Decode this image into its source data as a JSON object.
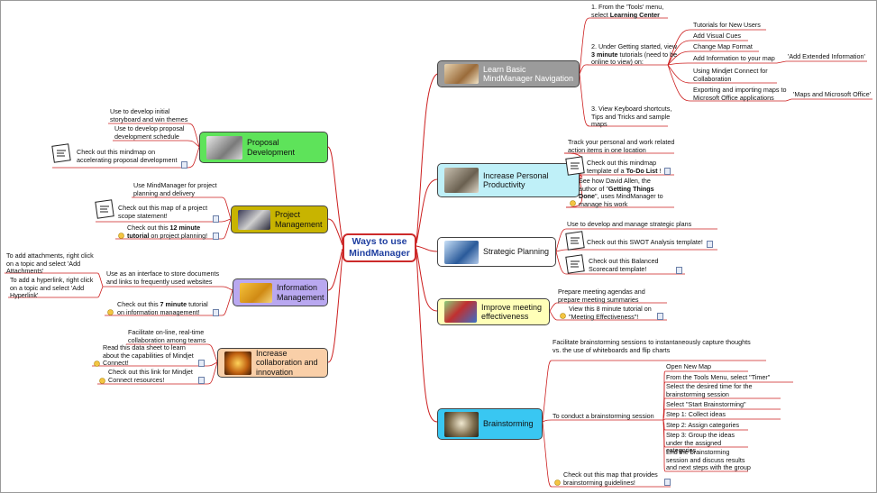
{
  "central": {
    "label": "Ways to use MindManager"
  },
  "colors": {
    "line": "#cc1f1f",
    "central_text": "#1f3fa0"
  },
  "topics": [
    {
      "id": "proposal",
      "label": "Proposal Development",
      "fill": "#5ee35a"
    },
    {
      "id": "project",
      "label": "Project Management",
      "fill": "#c8b400"
    },
    {
      "id": "information",
      "label": "Information Management",
      "fill": "#b9a8f0"
    },
    {
      "id": "collab",
      "label": "Increase collaboration and innovation",
      "fill": "#f9cfa8"
    },
    {
      "id": "learn",
      "label": "Learn Basic MindManager Navigation",
      "fill": "#9b9b9b"
    },
    {
      "id": "personal",
      "label": "Increase Personal Productivity",
      "fill": "#bff0f8"
    },
    {
      "id": "strategic",
      "label": "Strategic Planning",
      "fill": "#ffffff"
    },
    {
      "id": "meeting",
      "label": "Improve meeting effectiveness",
      "fill": "#ffffb8"
    },
    {
      "id": "brainstorm",
      "label": "Brainstorming",
      "fill": "#39c7f2"
    }
  ],
  "texts": {
    "proposal_1": "Use to develop initial storyboard and win themes",
    "proposal_2": "Use to develop proposal development schedule",
    "proposal_3": "Check out this mindmap on accelerating proposal development",
    "project_1": "Use MindManager for project planning and delivery",
    "project_2": "Check out this map of a project scope statement!",
    "project_3a": "Check out this ",
    "project_3b": "12 minute tutorial",
    "project_3c": " on project planning!",
    "info_1": "Use as an interface to store documents and links to frequently used websites",
    "info_2": "To add attachments, right click on a topic and select 'Add Attachments'",
    "info_3": "To add a hyperlink, right click on a topic and select 'Add Hyperlink'",
    "info_4a": "Check out this ",
    "info_4b": "7 minute",
    "info_4c": " tutorial on information management!",
    "collab_1": "Facilitate on-line, real-time collaboration among teams",
    "collab_2": "Read this data sheet to learn about the capabilities of Mindjet Connect!",
    "collab_3": "Check out this link for Mindjet Connect resources!",
    "learn_1a": "1. From the 'Tools' menu, select ",
    "learn_1b": "Learning Center",
    "learn_2a": "2. Under Getting started, view ",
    "learn_2b": "3 minute",
    "learn_2c": " tutorials (need to be online to view) on:",
    "learn_t1": "Tutorials for New Users",
    "learn_t2": "Add Visual Cues",
    "learn_t3": "Change Map Format",
    "learn_t4": "Add Information to your map",
    "learn_t4x": "'Add Extended Information'",
    "learn_t5": "Using Mindjet Connect for Collaboration",
    "learn_t6": "Exporting and importing maps to Microsoft Office applications",
    "learn_t6x": "'Maps and Microsoft Office'",
    "learn_3": "3. View Keyboard shortcuts, Tips and Tricks and sample maps",
    "personal_1": "Track your personal and work related action items in one location",
    "personal_2a": "Check out this mindmap template of a ",
    "personal_2b": "To-Do List",
    "personal_2c": " !",
    "personal_3a": "See how David Allen, the author of \"",
    "personal_3b": "Getting Things Done",
    "personal_3c": "\", uses MindManager to manage his work",
    "strategic_1": "Use to develop and manage strategic plans",
    "strategic_2": "Check out this SWOT Analysis template!",
    "strategic_3": "Check out this Balanced Scorecard template!",
    "meeting_1": "Prepare meeting agendas and prepare meeting summaries",
    "meeting_2": "View this 8 minute tutorial on \"Meeting Effectiveness\"!",
    "brain_1": "Facilitate brainstorming sessions to instantaneously capture thoughts vs. the use of whiteboards and flip charts",
    "brain_2": "To conduct a brainstorming session",
    "brain_s1": "Open New Map",
    "brain_s2": "From the Tools Menu, select \"Timer\"",
    "brain_s3": "Select the desired time for the brainstorming session",
    "brain_s4": "Select \"Start Brainstorming\"",
    "brain_s5": "Step 1: Collect ideas",
    "brain_s6": "Step 2: Assign categories",
    "brain_s7": "Step 3: Group the ideas under the assigned categories",
    "brain_s8": "End the brainstorming session and discuss results and next steps with the group",
    "brain_3": "Check out this map that provides brainstorming guidelines!"
  }
}
